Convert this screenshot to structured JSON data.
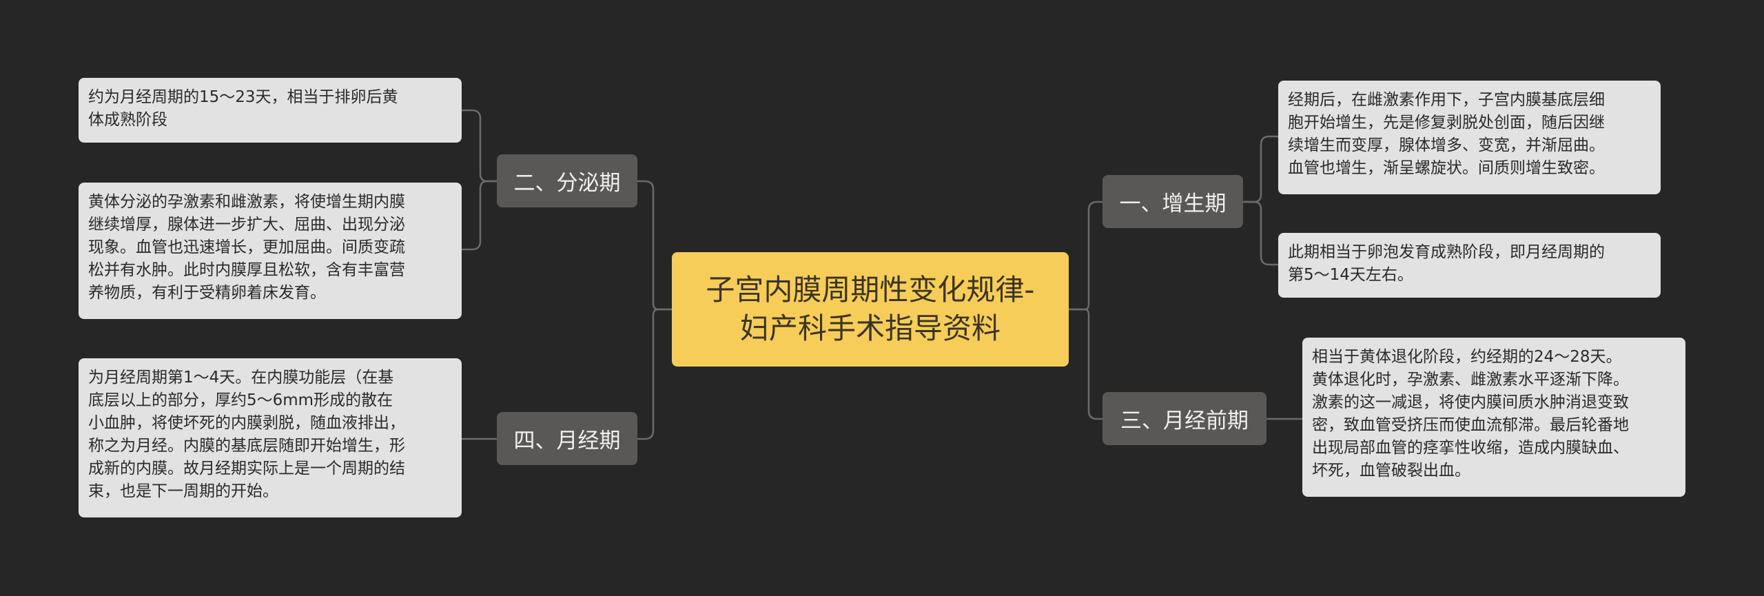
{
  "root": {
    "title": "子宫内膜周期性变化规律-\n妇产科手术指导资料"
  },
  "branches": [
    {
      "label": "一、增生期"
    },
    {
      "label": "二、分泌期"
    },
    {
      "label": "三、月经前期"
    },
    {
      "label": "四、月经期"
    }
  ],
  "leaves": {
    "proliferative_1": "经期后，在雌激素作用下，子宫内膜基底层细\n胞开始增生，先是修复剥脱处创面，随后因继\n续增生而变厚，腺体增多、变宽，并渐屈曲。\n血管也增生，渐呈螺旋状。间质则增生致密。",
    "proliferative_2": "此期相当于卵泡发育成熟阶段，即月经周期的\n第5～14天左右。",
    "secretory_1": "约为月经周期的15～23天，相当于排卵后黄\n体成熟阶段",
    "secretory_2": "黄体分泌的孕激素和雌激素，将使增生期内膜\n继续增厚，腺体进一步扩大、屈曲、出现分泌\n现象。血管也迅速增长，更加屈曲。间质变疏\n松并有水肿。此时内膜厚且松软，含有丰富营\n养物质，有利于受精卵着床发育。",
    "premenstrual_1": "相当于黄体退化阶段，约经期的24～28天。\n黄体退化时，孕激素、雌激素水平逐渐下降。\n激素的这一减退，将使内膜间质水肿消退变致\n密，致血管受挤压而使血流郁滞。最后轮番地\n出现局部血管的痉挛性收缩，造成内膜缺血、\n坏死，血管破裂出血。",
    "menstrual_1": "为月经周期第1～4天。在内膜功能层（在基\n底层以上的部分，厚约5～6mm形成的散在\n小血肿，将使坏死的内膜剥脱，随血液排出，\n称之为月经。内膜的基底层随即开始增生，形\n成新的内膜。故月经期实际上是一个周期的结\n束，也是下一周期的开始。"
  },
  "colors": {
    "background": "#262626",
    "root": "#f7cd59",
    "branch": "#5a5856",
    "leaf": "#e2e2e2",
    "connector": "#6b6b6b"
  }
}
